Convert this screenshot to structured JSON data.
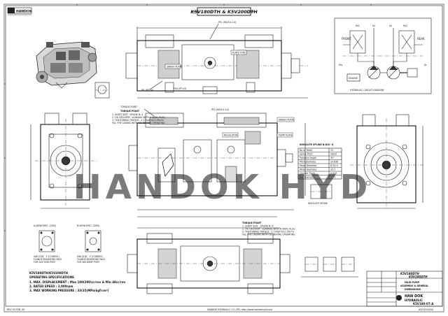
{
  "title_banner": {
    "text": "K5V180DTH & K5V200DTH"
  },
  "logo_top_left": {
    "text": "HANDOK"
  },
  "hydraulic_circuit": {
    "labels": {
      "front": "FRONT",
      "rear": "REAR",
      "engine": "ENGINE",
      "pa1": "Pa1",
      "pa2": "Pa2",
      "a1": "A1",
      "a2": "A2",
      "dr": "Dr",
      "psv": "Psv"
    },
    "caption": "HYDRAULIC CIRCUIT DIAGRAM"
  },
  "callouts": [
    "PF1 (M16 X 2.0)",
    "PF2 (M16 X 2.0)",
    "PSV (PF1/4)",
    "PIL (PF1/4)",
    "SWASH PLATE",
    "SWASH PLATE",
    "TORQUE POINT",
    "PLATE TYPE",
    "PUMP PLATE",
    "REGULATOR",
    "INVOLUTE SPLINE"
  ],
  "notes": {
    "torque_note": [
      "TORQUE POINT",
      "1. SHAFT SIZE : SPLINE N:-4",
      "2. OIL DELIVERY ; LEAKAGE WITH A VINYL PLUG",
      "3. TIGHTENING TORQUE : 1.17kgf-m(11.5N.m)",
      "FILL THE CASING WITH OIL BEFORE OPERATING"
    ],
    "spline_title": "INVOLUTE SPLINE N.W.K -4",
    "spline_table": [
      [
        "No of Teeth",
        "13"
      ],
      [
        "Spline Pitch",
        "16/32"
      ],
      [
        "Pressure Angle",
        "30°"
      ],
      [
        "Pitch Diameter",
        "20.638"
      ],
      [
        "Major Diameter",
        "Ø 24.9"
      ],
      [
        "Minor Diameter",
        "20.3"
      ],
      [
        "Circular Thick.",
        "2.413"
      ],
      [
        "Ball Diameter",
        "2.73"
      ]
    ],
    "lower_torque_note": [
      "TORQUE POINT",
      "1. SHAFT SIZE : SPLINE N:-4",
      "2. OIL DELIVERY ; LEAKAGE WITH A VINYL PLUG",
      "3. TIGHTENING TORQUE : 1.17kgf-m(11.5N.m)",
      "FILL THE CASING WITH OIL BEFORE OPERATING"
    ]
  },
  "flange_views": {
    "left_caption": "A-VIEW(SPEC. 22ES)",
    "right_caption": "B-VIEW(SPEC. 22ES)",
    "left_note": [
      "SAE J518 - 1\"(CODE61)",
      "FLANGE MOUNTING FACE",
      "FOR SUCTION PORT"
    ],
    "right_note": [
      "SAE J518 - 1\"(CODE62)",
      "FLANGE MOUNTING FACE",
      "FOR DELIVERY PORT"
    ]
  },
  "specs": {
    "title": "K5V180DTH/K5V200DTH",
    "subtitle": "OPERATING SPECIFICATIONS",
    "items": [
      "1. MAX. DISPLACEMENT : Max 180(200)cc/rev & Min 48cc/rev",
      "2. RATED SPEED : 2,000rpm",
      "3. MAX WORKING PRESSURE : 33(35)MPa(kgf/cm²)"
    ]
  },
  "title_block": {
    "model_1": "K5V180DTH",
    "model_2": "K5V200DTH",
    "name_line_1": "MAIN PUMP",
    "name_line_2": "ASSEMBLY & GENERAL",
    "name_line_3": "DIMENSIONS",
    "company_1": "HAN DOK",
    "company_2": "HYDRAULIC",
    "drawing_no": "K5V180-07-A"
  },
  "watermark": {
    "text": "HANDOK HYD"
  },
  "footer": {
    "left": "REV. 03  FEB. 09",
    "center": "HANDOK HYDRAULIC CO.,LTD.  http://www.handokhyd.co.kr",
    "right": "A3(297X420)"
  }
}
